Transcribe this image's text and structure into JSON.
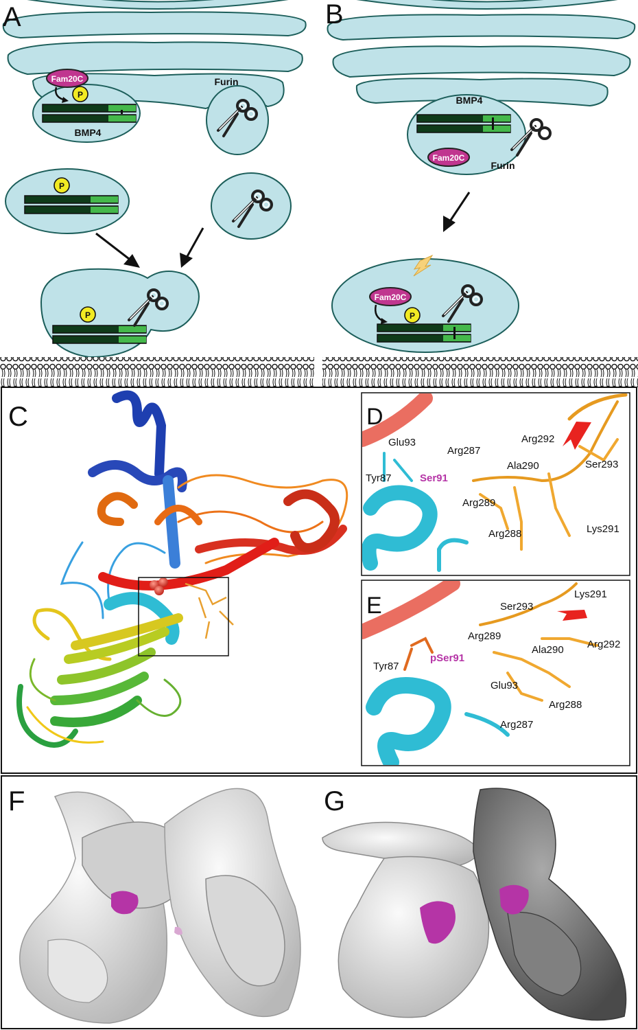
{
  "panels": {
    "a": "A",
    "b": "B",
    "c": "C",
    "d": "D",
    "e": "E",
    "f": "F",
    "g": "G"
  },
  "diagram_a": {
    "kinase": "Fam20C",
    "phospho": "P",
    "protease": "Furin",
    "substrate": "BMP4"
  },
  "diagram_b": {
    "kinase": "Fam20C",
    "phospho": "P",
    "protease": "Furin",
    "substrate": "BMP4"
  },
  "panel_d_labels": {
    "glu93": "Glu93",
    "tyr87": "Tyr87",
    "ser91": "Ser91",
    "arg287": "Arg287",
    "arg289": "Arg289",
    "arg288": "Arg288",
    "ala290": "Ala290",
    "arg292": "Arg292",
    "ser293": "Ser293",
    "lys291": "Lys291"
  },
  "panel_e_labels": {
    "lys291": "Lys291",
    "ser293": "Ser293",
    "arg289": "Arg289",
    "ala290": "Ala290",
    "arg292": "Arg292",
    "tyr87": "Tyr87",
    "pser91": "pSer91",
    "glu93": "Glu93",
    "arg288": "Arg288",
    "arg287": "Arg287"
  },
  "colors": {
    "organelle": "#bfe2e8",
    "organelle_stroke": "#1c5e5a",
    "kinase": "#c0368f",
    "phospho": "#f2ea23",
    "strand_dark": "#0f3b1a",
    "strand_light": "#45b84b",
    "highlight": "#b534a6",
    "arrow_red": "#e8231f"
  }
}
